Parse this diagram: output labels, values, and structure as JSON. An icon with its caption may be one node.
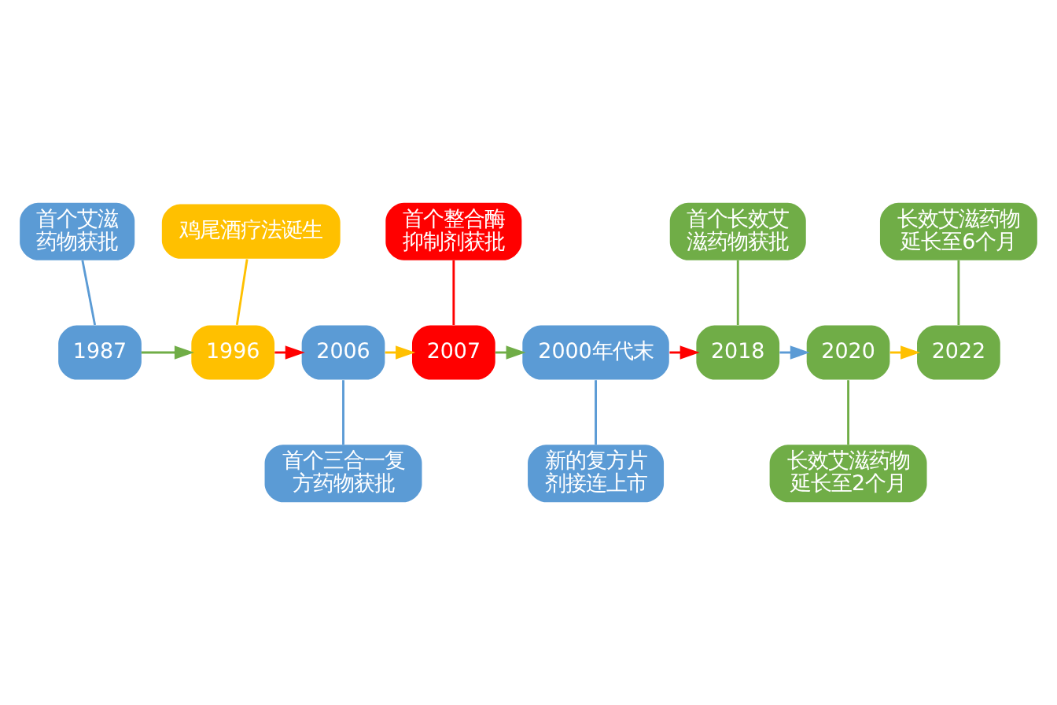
{
  "diagram": {
    "nodes": [
      {
        "text": [
          "首个艾滋药物获批"
        ]
      },
      {
        "text": [
          "鸡尾酒疗法诞生"
        ]
      },
      {
        "text": [
          "首个整合酶抑制剂获批"
        ]
      },
      {
        "text": [
          "首个长效艾滋药物获批"
        ]
      },
      {
        "text": [
          "长效艾滋药物延长至6个月"
        ]
      },
      {
        "text": [
          "1987"
        ]
      },
      {
        "text": [
          "1996"
        ]
      },
      {
        "text": [
          "2006"
        ]
      },
      {
        "text": [
          "2007"
        ]
      },
      {
        "text": [
          "2000年代末"
        ]
      },
      {
        "text": [
          "2018"
        ]
      },
      {
        "text": [
          "2020"
        ]
      },
      {
        "text": [
          "2022"
        ]
      },
      {
        "text": [
          "新的复方片剂接连上市"
        ]
      },
      {
        "text": [
          "长效艾滋药物延长至2个月"
        ]
      },
      {
        "text": [
          "首个三合一复方药物获批"
        ]
      }
    ],
    "edges": [
      {
        "from": 5,
        "to": 6,
        "arrow": "to",
        "color": "#70ad47"
      },
      {
        "from": 6,
        "to": 7,
        "arrow": "to",
        "color": "#ff0000"
      },
      {
        "from": 7,
        "to": 8,
        "arrow": "to",
        "color": "#ffc000"
      },
      {
        "from": 8,
        "to": 9,
        "arrow": "to",
        "color": "#70ad47"
      },
      {
        "from": 9,
        "to": 10,
        "arrow": "to",
        "color": "#ff0000"
      },
      {
        "from": 10,
        "to": 11,
        "arrow": "to",
        "color": "#5b9bd5"
      },
      {
        "from": 11,
        "to": 12,
        "arrow": "to",
        "color": "#ffc000"
      },
      {
        "from": 0,
        "to": 5,
        "arrow": "none",
        "color": "#5b9bd5"
      },
      {
        "from": 1,
        "to": 6,
        "arrow": "none",
        "color": "#ffc000"
      },
      {
        "from": 2,
        "to": 8,
        "arrow": "none",
        "color": "#ff0000"
      },
      {
        "from": 3,
        "to": 10,
        "arrow": "none",
        "color": "#70ad47"
      },
      {
        "from": 4,
        "to": 12,
        "arrow": "none",
        "color": "#70ad47"
      },
      {
        "from": 7,
        "to": 15,
        "arrow": "none",
        "color": "#5b9bd5"
      },
      {
        "from": 9,
        "to": 13,
        "arrow": "none",
        "color": "#5b9bd5"
      },
      {
        "from": 11,
        "to": 14,
        "arrow": "none",
        "color": "#70ad47"
      }
    ]
  }
}
